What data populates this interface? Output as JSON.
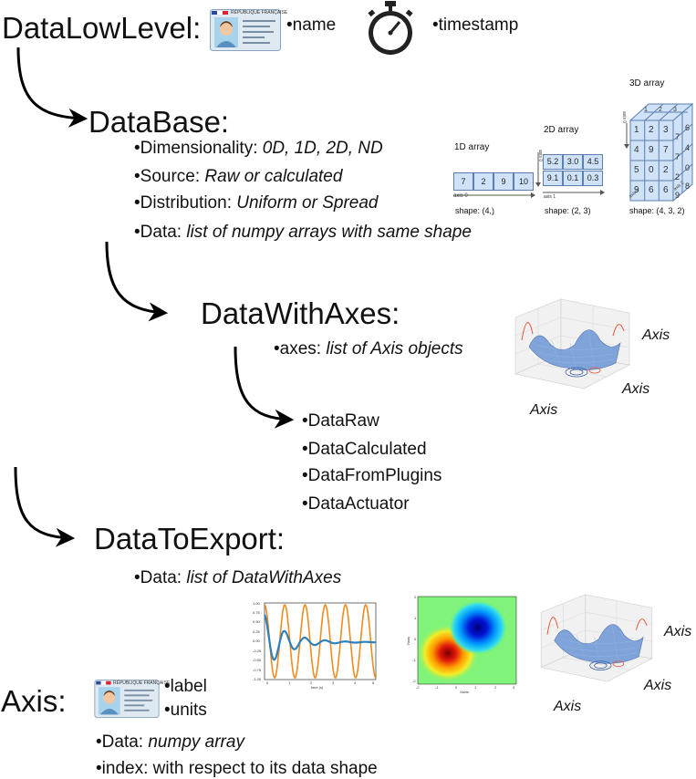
{
  "low_level": {
    "title": "DataLowLevel:",
    "items": [
      "name",
      "timestamp"
    ],
    "id_card_text": "RÉPUBLIQUE FRANÇAISE",
    "stopwatch_icon": "stopwatch-icon",
    "id_card_icon": "id-card-icon"
  },
  "database": {
    "title": "DataBase:",
    "items": [
      {
        "label": "Dimensionality: ",
        "value": "0D, 1D, 2D, ND"
      },
      {
        "label": "Source: ",
        "value": "Raw or calculated"
      },
      {
        "label": "Distribution: ",
        "value": "Uniform or Spread"
      },
      {
        "label": "Data: ",
        "value": "list of numpy arrays with same shape"
      }
    ]
  },
  "arrays": {
    "a1": {
      "title": "1D array",
      "values": [
        "7",
        "2",
        "9",
        "10"
      ],
      "axis": "axis 0",
      "shape": "shape: (4,)"
    },
    "a2": {
      "title": "2D array",
      "rows": [
        [
          "5.2",
          "3.0",
          "4.5"
        ],
        [
          "9.1",
          "0.1",
          "0.3"
        ]
      ],
      "axis0": "axis 0",
      "axis1": "axis 1",
      "shape": "shape: (2, 3)"
    },
    "a3": {
      "title": "3D array",
      "front": [
        [
          "1",
          "2",
          "3"
        ],
        [
          "4",
          "9",
          "7"
        ],
        [
          "5",
          "0",
          "2"
        ],
        [
          "9",
          "6",
          "6"
        ]
      ],
      "top": [
        "1",
        "2",
        "3"
      ],
      "right": [
        [
          "7",
          "6"
        ],
        [
          "7",
          "4"
        ],
        [
          "2",
          "0"
        ],
        [
          "9",
          "8"
        ]
      ],
      "axis0": "axis 0",
      "axis1": "axis 1",
      "axis2": "axis 2",
      "shape": "shape: (4, 3, 2)"
    }
  },
  "with_axes": {
    "title": "DataWithAxes:",
    "item_label": "axes: ",
    "item_value": "list of Axis objects",
    "surface_labels": [
      "Axis",
      "Axis",
      "Axis"
    ],
    "subclasses": [
      "DataRaw",
      "DataCalculated",
      "DataFromPlugins",
      "DataActuator"
    ]
  },
  "to_export": {
    "title": "DataToExport:",
    "item_label": "Data: ",
    "item_value": "list of DataWithAxes",
    "plot_ticks": [
      "1.00",
      "0.75",
      "0.50",
      "0.25",
      "0.00",
      "-0.25",
      "-0.50",
      "-0.75",
      "-1.00"
    ],
    "plot_xticks": [
      "0",
      "1",
      "2",
      "3",
      "4",
      "5"
    ],
    "plot_xlabel": "time (s)",
    "heat_xticks": [
      "-2",
      "-1",
      "0",
      "1",
      "2",
      "3"
    ],
    "heat_yticks": [
      "2",
      "1",
      "0",
      "-1",
      "-2"
    ],
    "heat_xlabel": "Xaxis",
    "heat_ylabel": "Yaxis",
    "surface_labels": [
      "Axis",
      "Axis",
      "Axis"
    ],
    "colors": {
      "orange": "#f28a1e",
      "blue": "#2f7fb8"
    }
  },
  "axis": {
    "title": "Axis:",
    "items": [
      "label",
      "units"
    ],
    "details": [
      {
        "label": "Data: ",
        "value": "numpy array"
      },
      {
        "label": "index: with respect to its data shape",
        "value": ""
      }
    ]
  }
}
